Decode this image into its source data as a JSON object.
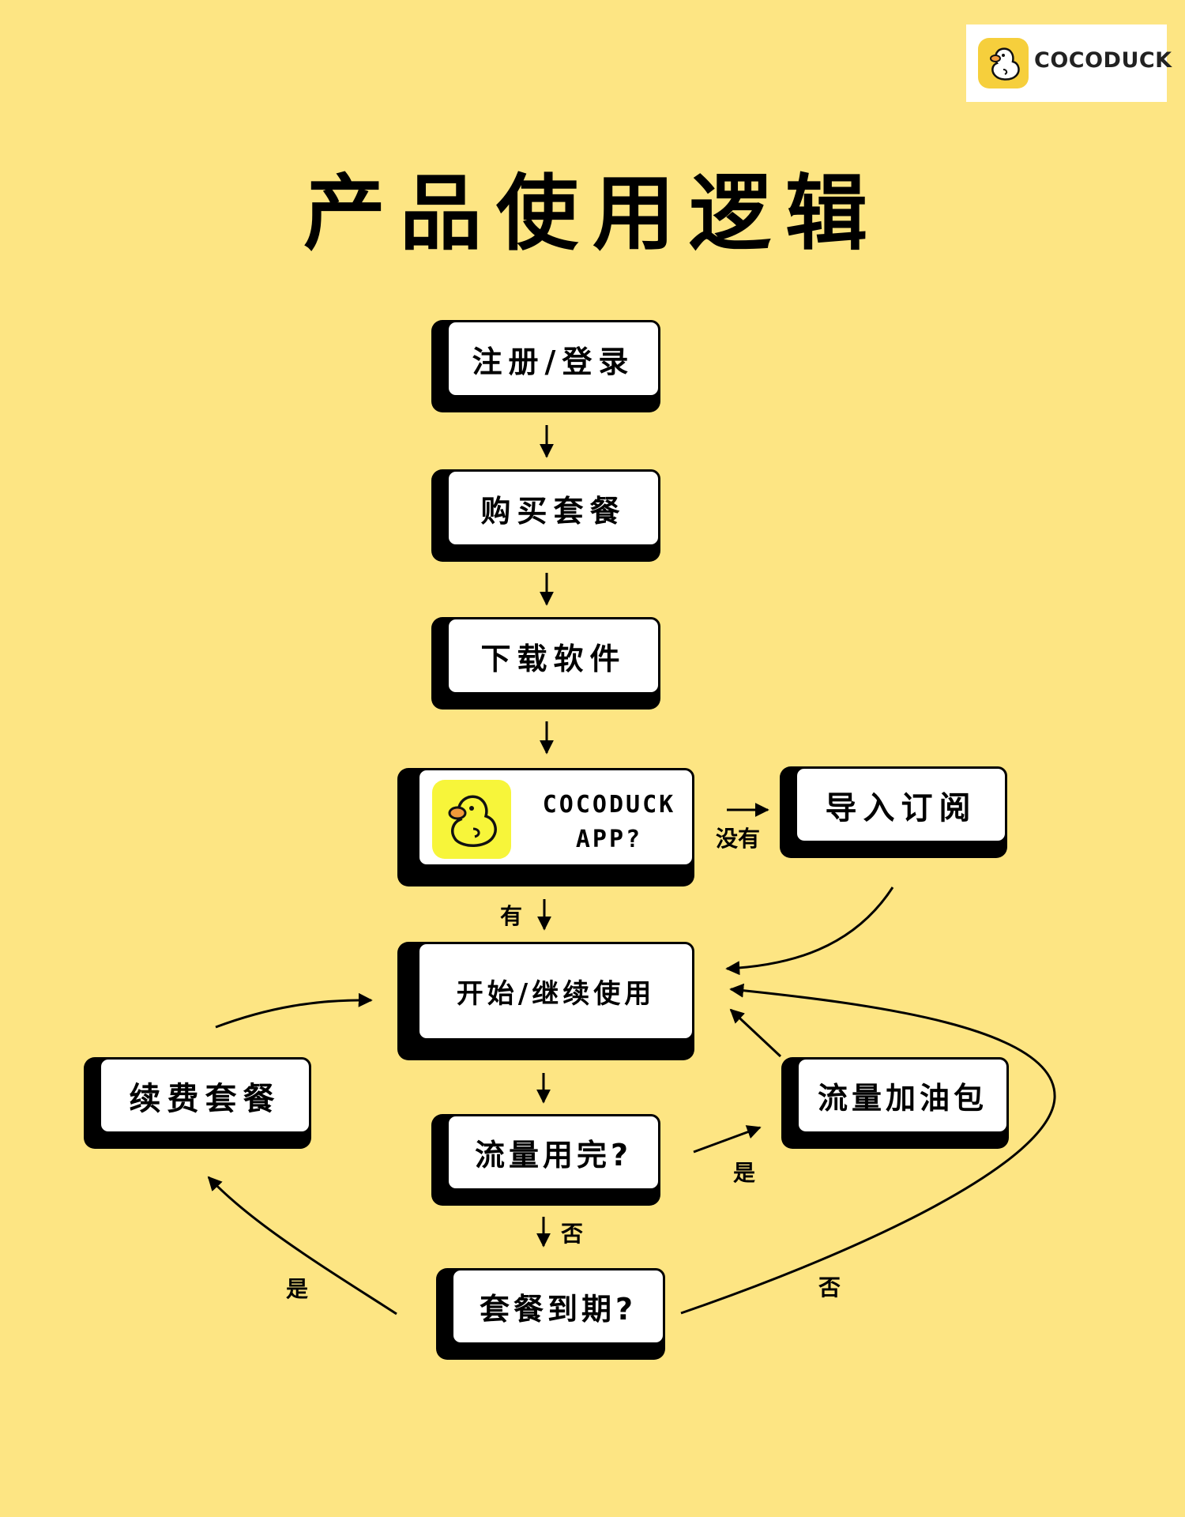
{
  "brand": {
    "name": "COCODUCK"
  },
  "title": "产品使用逻辑",
  "nodes": {
    "register": "注册/登录",
    "buy": "购买套餐",
    "download": "下载软件",
    "app_line1": "COCODUCK",
    "app_line2": "APP?",
    "import": "导入订阅",
    "start": "开始/继续使用",
    "renew": "续费套餐",
    "data_used": "流量用完?",
    "booster": "流量加油包",
    "expired": "套餐到期?"
  },
  "edge_labels": {
    "no_app": "没有",
    "has_app": "有",
    "data_yes": "是",
    "data_no": "否",
    "expired_yes": "是",
    "expired_no": "否"
  },
  "colors": {
    "background": "#fde583",
    "box": "#ffffff",
    "shadow": "#000000",
    "logo_bg": "#f6cf3c",
    "app_icon_bg": "#f7f53a"
  },
  "icons": [
    "duck-icon"
  ]
}
